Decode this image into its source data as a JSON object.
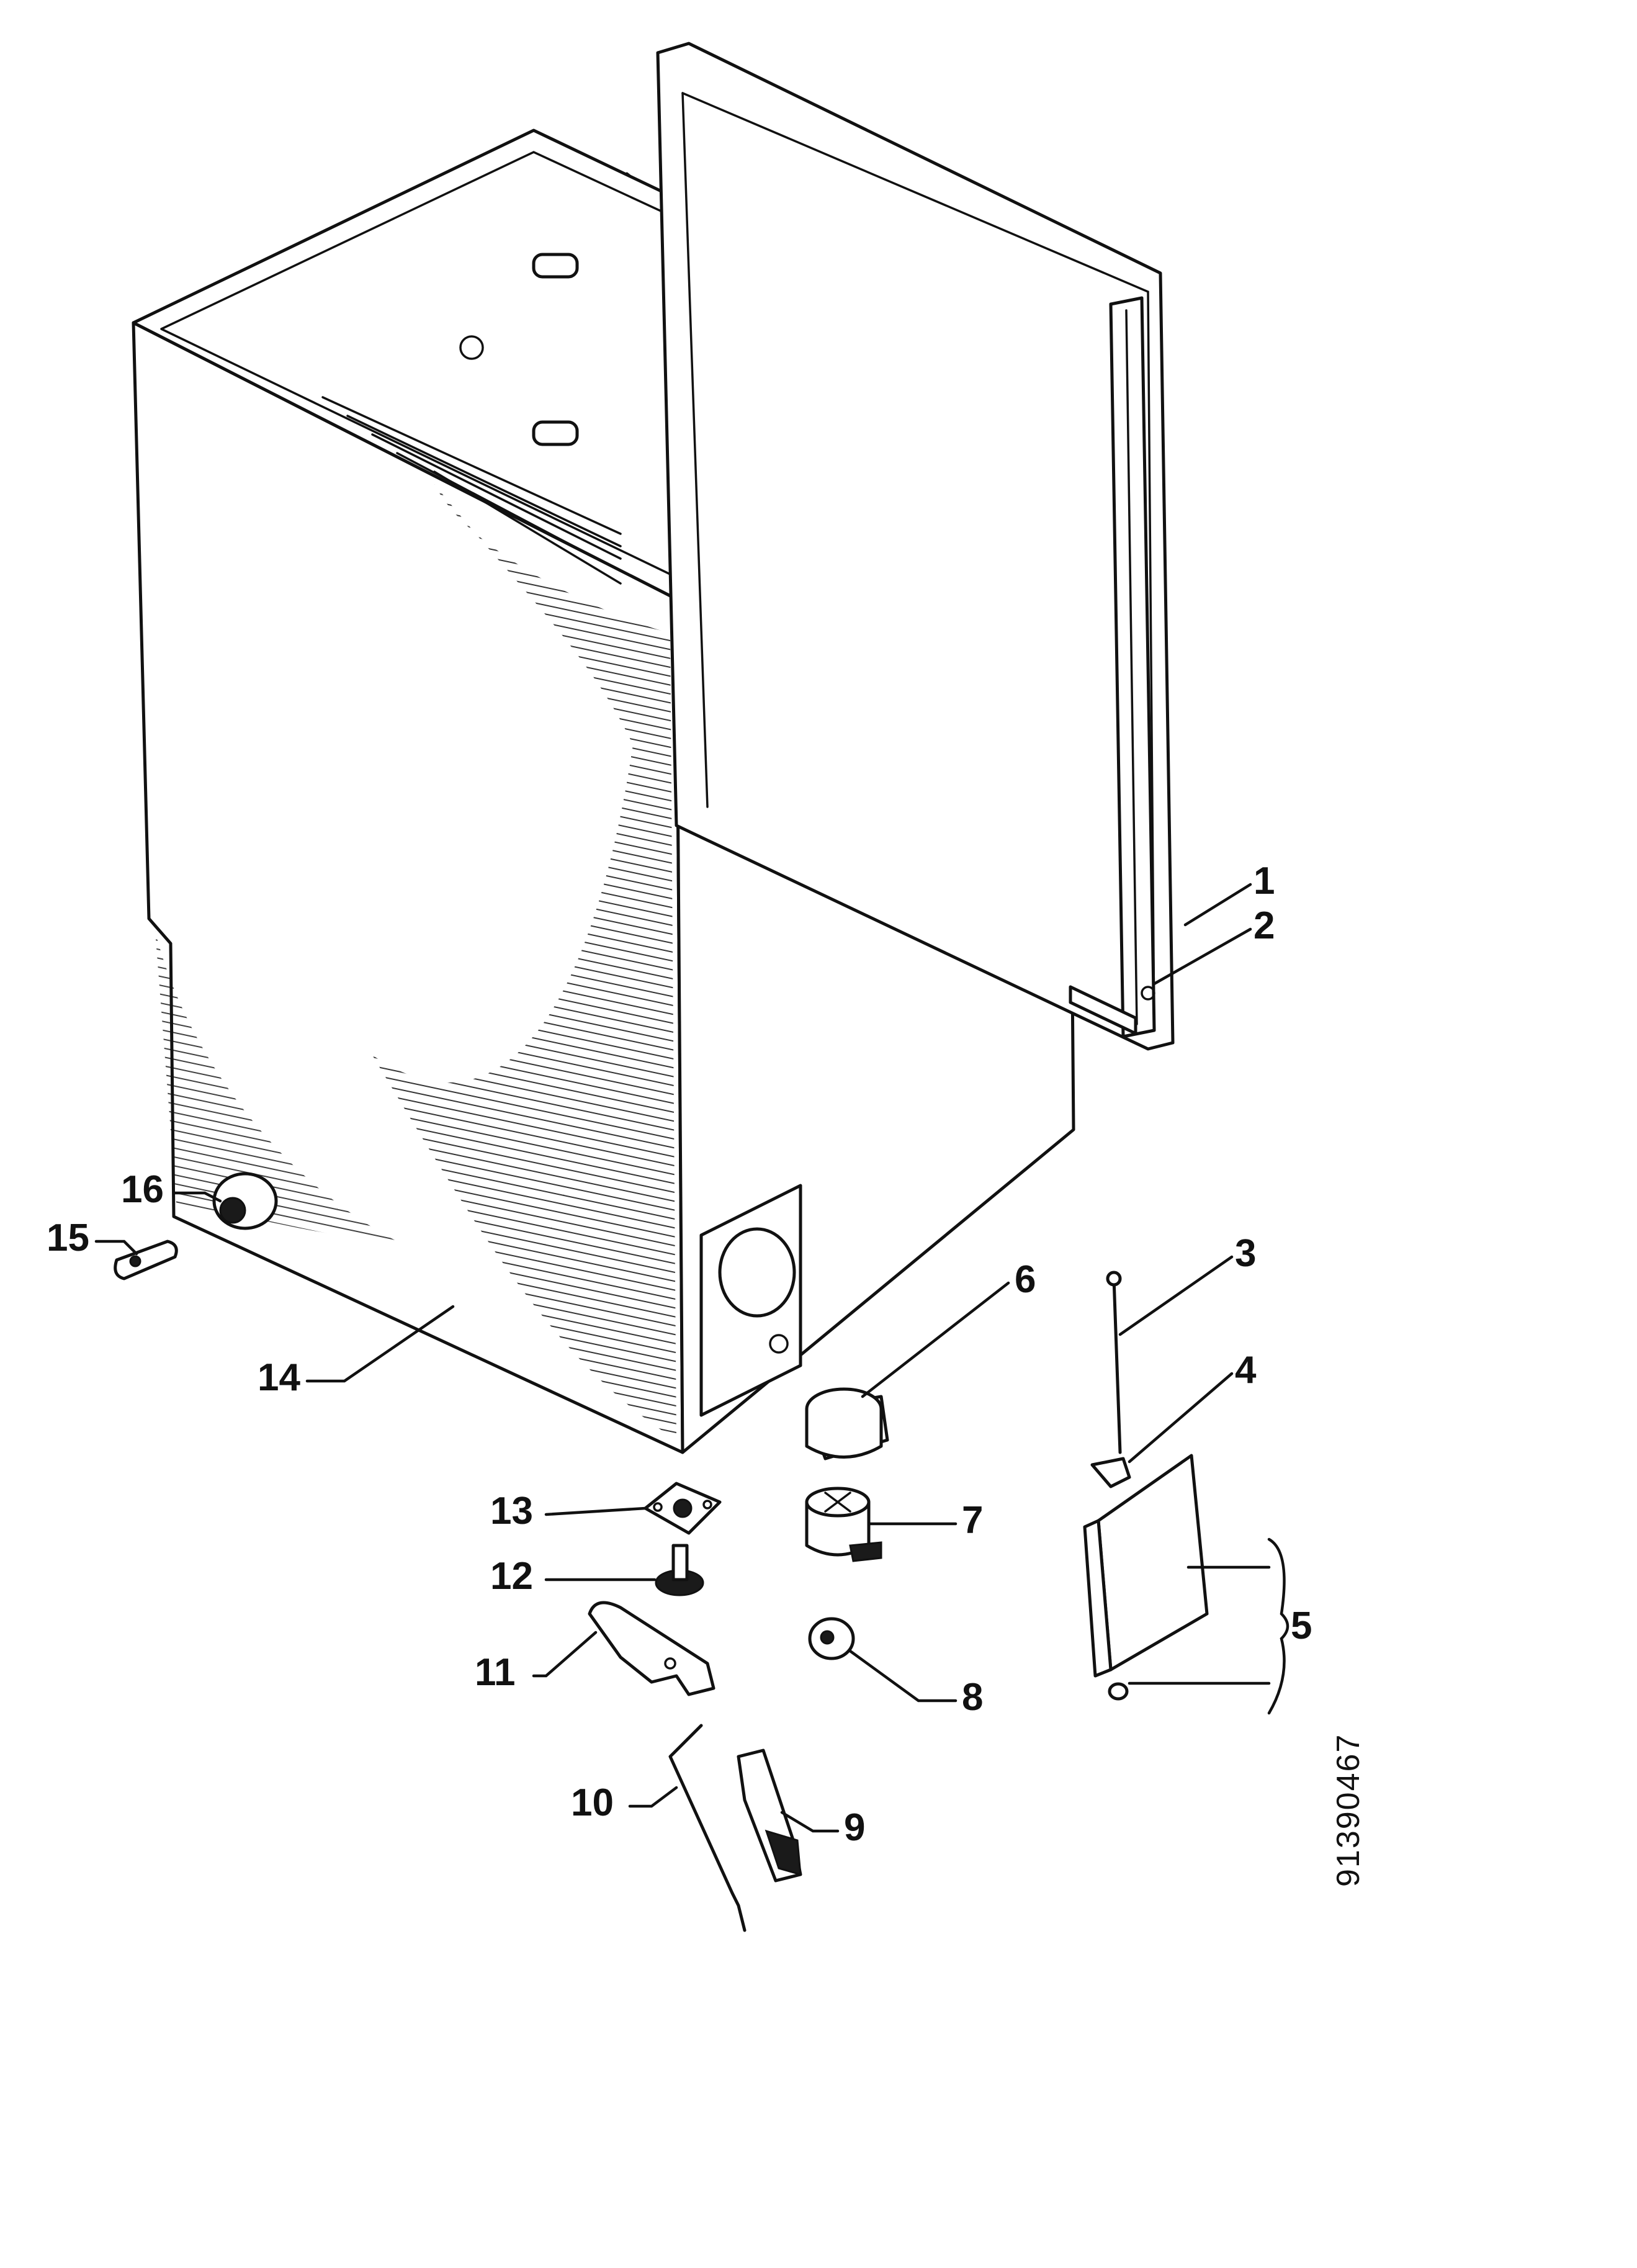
{
  "diagram": {
    "callouts": [
      {
        "id": "1",
        "label": "1"
      },
      {
        "id": "2",
        "label": "2"
      },
      {
        "id": "3",
        "label": "3"
      },
      {
        "id": "4",
        "label": "4"
      },
      {
        "id": "5",
        "label": "5"
      },
      {
        "id": "6",
        "label": "6"
      },
      {
        "id": "7",
        "label": "7"
      },
      {
        "id": "8",
        "label": "8"
      },
      {
        "id": "9",
        "label": "9"
      },
      {
        "id": "10",
        "label": "10"
      },
      {
        "id": "11",
        "label": "11"
      },
      {
        "id": "12",
        "label": "12"
      },
      {
        "id": "13",
        "label": "13"
      },
      {
        "id": "14",
        "label": "14"
      },
      {
        "id": "15",
        "label": "15"
      },
      {
        "id": "16",
        "label": "16"
      }
    ],
    "reference_code": "91390467"
  }
}
